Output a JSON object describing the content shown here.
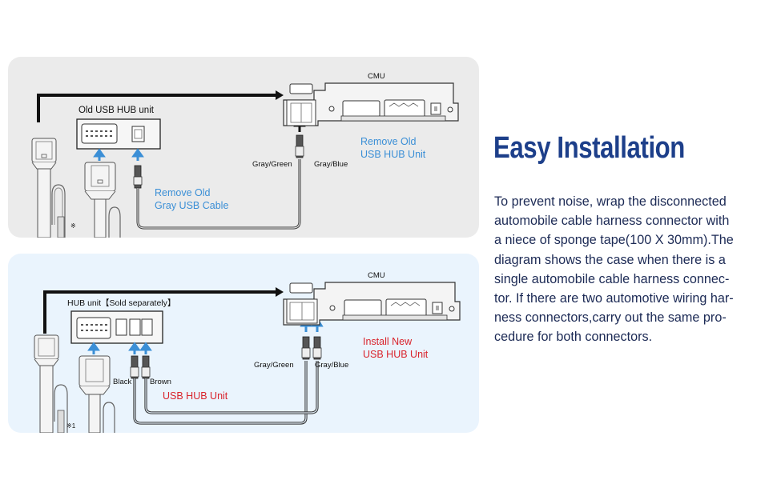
{
  "heading": "Easy Installation",
  "description_lines": [
    "To prevent noise, wrap the disconnected",
    "automobile cable harness connector with",
    "a niece of sponge tape(100 X 30mm).The",
    "diagram shows the case when there is a",
    "single automobile cable harness connec-",
    "tor. If there are two automotive wiring har-",
    "ness connectors,carry out the same pro-",
    "cedure for both connectors."
  ],
  "colors": {
    "heading": "#1d3f8a",
    "body_text": "#1c2a55",
    "blue_annotation": "#3b8fd6",
    "red_annotation": "#d9232c",
    "top_panel_bg": "#ebebeb",
    "bottom_panel_bg": "#eaf4fd",
    "arrow_blue": "#3b8fd6"
  },
  "top_diagram": {
    "cmu_label": "CMU",
    "hub_label": "Old USB HUB unit",
    "cable_note_line1": "Remove Old",
    "cable_note_line2": "Gray USB Cable",
    "cmu_note_line1": "Remove Old",
    "cmu_note_line2": "USB HUB Unit",
    "wire_left_label": "Gray/Green",
    "wire_right_label": "Gray/Blue",
    "footnote_mark": "※"
  },
  "bottom_diagram": {
    "cmu_label": "CMU",
    "hub_label": "HUB unit【Sold separately】",
    "wire_black_label": "Black",
    "wire_brown_label": "Brown",
    "usb_hub_note": "USB HUB Unit",
    "install_note_line1": "Install New",
    "install_note_line2": "USB HUB Unit",
    "wire_left_label": "Gray/Green",
    "wire_right_label": "Gray/Blue",
    "footnote_mark": "※1"
  }
}
